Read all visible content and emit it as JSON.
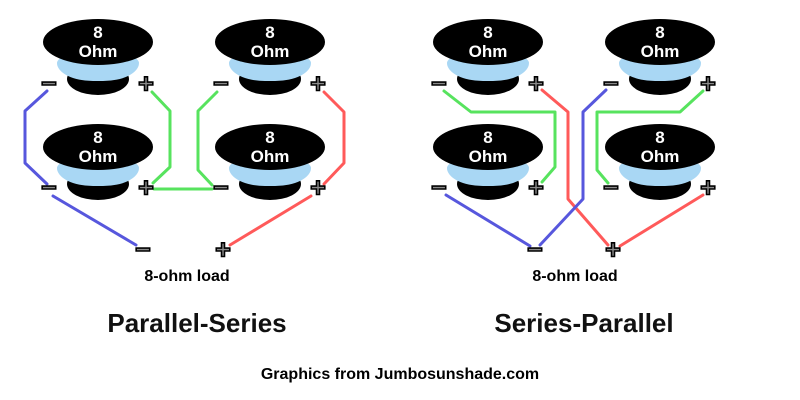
{
  "speaker": {
    "impedance_value": "8",
    "impedance_unit": "Ohm"
  },
  "terminals": {
    "minus": "−",
    "plus": "+"
  },
  "diagrams": [
    {
      "title": "Parallel-Series",
      "load_label": "8-ohm load"
    },
    {
      "title": "Series-Parallel",
      "load_label": "8-ohm load"
    }
  ],
  "credit_line": "Graphics from Jumbosunshade.com",
  "colors": {
    "wire_blue": "#5757dd",
    "wire_green": "#57e35e",
    "wire_red": "#ff5a5a",
    "cone_blue": "#a9d7f4",
    "speaker_black": "#000000",
    "terminal_gray": "#8a8a8a"
  }
}
